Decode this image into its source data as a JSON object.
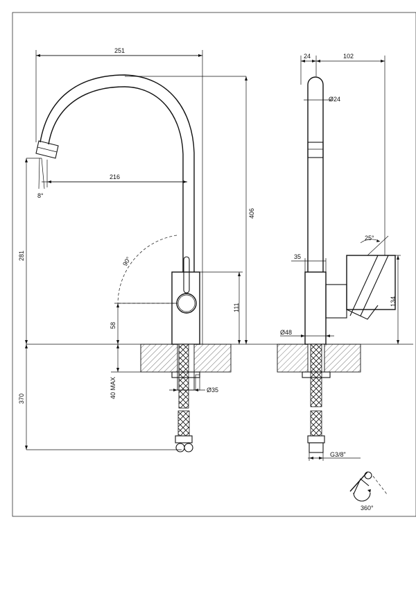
{
  "dimensions": {
    "reach": "251",
    "spout_height_span": "216",
    "spout_angle": "8°",
    "total_height": "406",
    "outlet_height": "281",
    "handle_swing": "90°",
    "body_height": "111",
    "lever_height": "58",
    "below_deck": "370",
    "deck_thickness": "40 MAX",
    "hole_diameter": "Ø35",
    "side_offset": "24",
    "side_reach": "102",
    "spout_diameter": "Ø24",
    "lever_angle": "25°",
    "lever_offset": "35",
    "body_side_height": "134",
    "base_diameter": "Ø48",
    "thread": "G3/8\"",
    "rotation": "360°"
  }
}
